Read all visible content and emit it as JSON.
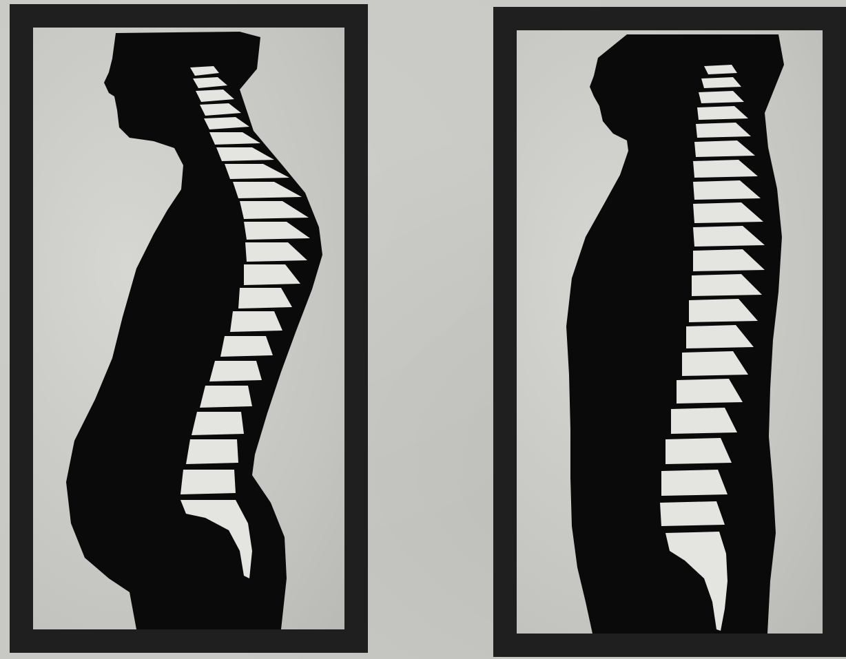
{
  "panels": [
    {
      "subject": "silhouette-with-curved-spine",
      "icon": "slouched-posture-spine"
    },
    {
      "subject": "silhouette-with-upright-spine",
      "icon": "upright-posture-spine"
    }
  ],
  "colors": {
    "background": "#c8c8c4",
    "frame": "#1f1f1f",
    "panel": "#cfcfcb",
    "silhouette": "#0a0a0a",
    "vertebrae": "#e4e4e0"
  }
}
